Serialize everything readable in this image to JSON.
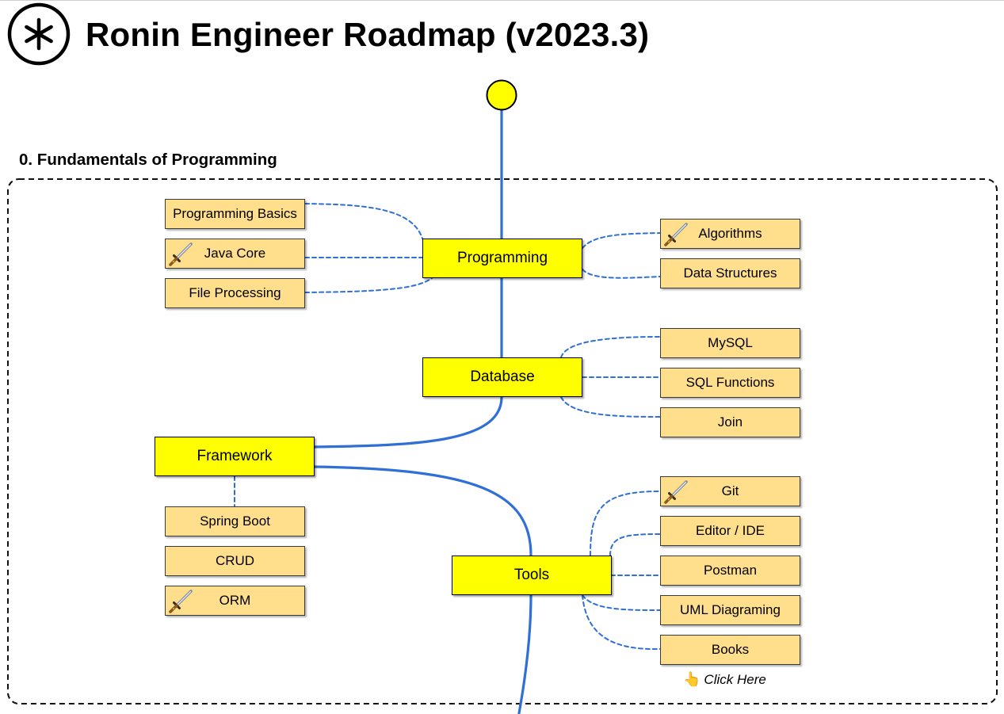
{
  "header": {
    "title": "Ronin Engineer Roadmap (v2023.3)",
    "logo_icon": "asterisk-circle-icon"
  },
  "section": {
    "title": "0. Fundamentals of Programming"
  },
  "colors": {
    "main_node": "#ffff00",
    "sub_node": "#ffdf8c",
    "connector": "#2f6fd6",
    "start_dot": "#ffff00"
  },
  "nodes": {
    "programming": "Programming",
    "database": "Database",
    "framework": "Framework",
    "tools": "Tools"
  },
  "subnodes": {
    "programming_basics": "Programming Basics",
    "java_core": "Java Core",
    "file_processing": "File Processing",
    "algorithms": "Algorithms",
    "data_structures": "Data Structures",
    "mysql": "MySQL",
    "sql_functions": "SQL Functions",
    "join": "Join",
    "spring_boot": "Spring Boot",
    "crud": "CRUD",
    "orm": "ORM",
    "git": "Git",
    "editor_ide": "Editor / IDE",
    "postman": "Postman",
    "uml_diagraming": "UML Diagraming",
    "books": "Books"
  },
  "highlighted_icon": "katana-icon",
  "highlighted": [
    "Java Core",
    "Algorithms",
    "ORM",
    "Git"
  ],
  "hint": {
    "icon": "pointing-hand-icon",
    "label": "Click Here"
  }
}
